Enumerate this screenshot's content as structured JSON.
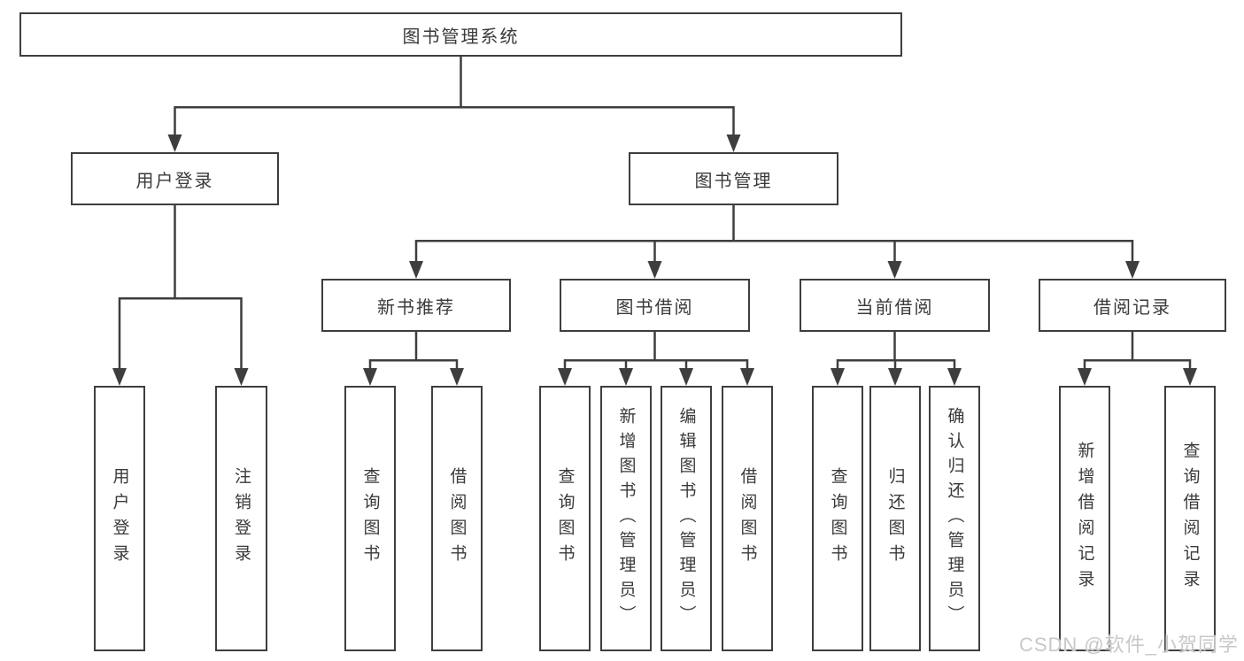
{
  "page": {
    "background_color": "#ffffff",
    "line_color": "#3e3e3e",
    "text_color": "#3a3a3a",
    "watermark_color": "#c8c8c8"
  },
  "diagram": {
    "type": "tree",
    "root": {
      "label": "图书管理系统"
    },
    "branches": [
      {
        "label": "用户登录",
        "children": [
          {
            "label": "用户登录"
          },
          {
            "label": "注销登录"
          }
        ]
      },
      {
        "label": "图书管理",
        "children": [
          {
            "label": "新书推荐",
            "children": [
              {
                "label": "查询图书"
              },
              {
                "label": "借阅图书"
              }
            ]
          },
          {
            "label": "图书借阅",
            "children": [
              {
                "label": "查询图书"
              },
              {
                "label": "新增图书（管理员）"
              },
              {
                "label": "编辑图书（管理员）"
              },
              {
                "label": "借阅图书"
              }
            ]
          },
          {
            "label": "当前借阅",
            "children": [
              {
                "label": "查询图书"
              },
              {
                "label": "归还图书"
              },
              {
                "label": "确认归还（管理员）"
              }
            ]
          },
          {
            "label": "借阅记录",
            "children": [
              {
                "label": "新增借阅记录"
              },
              {
                "label": "查询借阅记录"
              }
            ]
          }
        ]
      }
    ]
  },
  "watermark": {
    "text": "CSDN @软件_小贺同学"
  }
}
